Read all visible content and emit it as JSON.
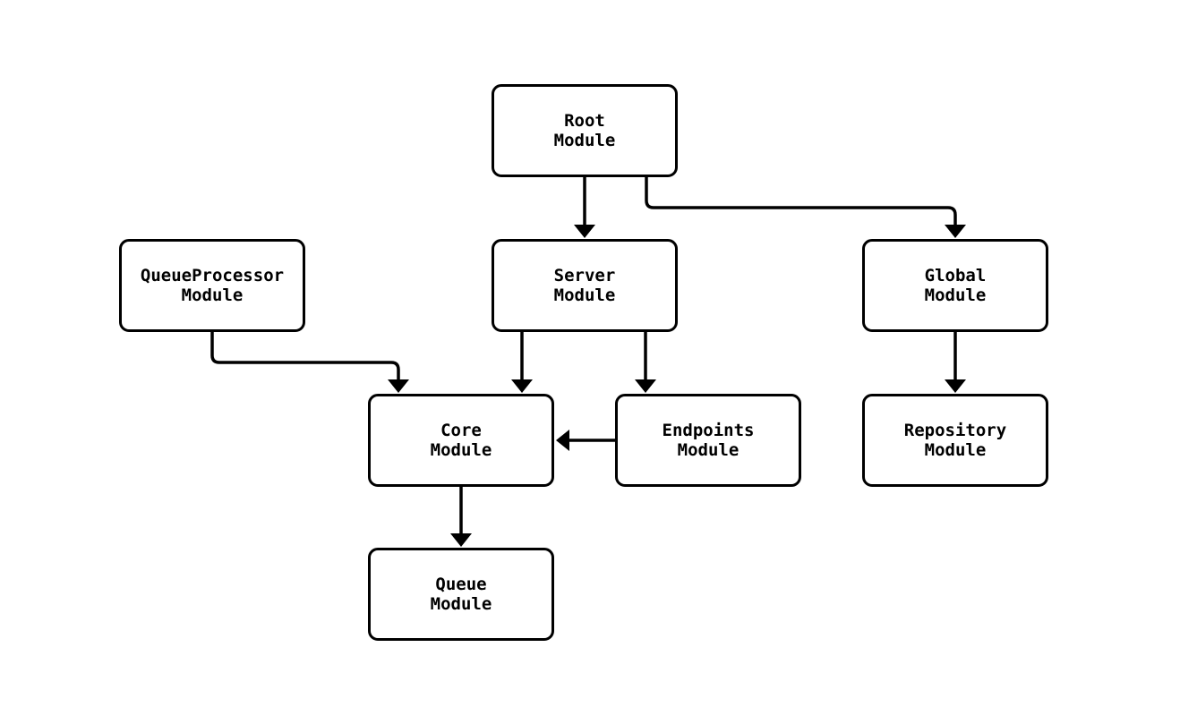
{
  "diagram": {
    "type": "flowchart",
    "background_color": "#ffffff",
    "node_fill_color": "#ffffff",
    "stroke_color": "#000000",
    "text_color": "#000000",
    "nodes": {
      "root": {
        "label": "Root\nModule"
      },
      "queueprocessor": {
        "label": "QueueProcessor\nModule"
      },
      "server": {
        "label": "Server\nModule"
      },
      "global": {
        "label": "Global\nModule"
      },
      "core": {
        "label": "Core\nModule"
      },
      "endpoints": {
        "label": "Endpoints\nModule"
      },
      "repository": {
        "label": "Repository\nModule"
      },
      "queue": {
        "label": "Queue\nModule"
      }
    },
    "edges": [
      {
        "from": "Root Module",
        "to": "Server Module"
      },
      {
        "from": "Root Module",
        "to": "Global Module"
      },
      {
        "from": "QueueProcessor Module",
        "to": "Core Module"
      },
      {
        "from": "Server Module",
        "to": "Core Module"
      },
      {
        "from": "Server Module",
        "to": "Endpoints Module"
      },
      {
        "from": "Endpoints Module",
        "to": "Core Module"
      },
      {
        "from": "Core Module",
        "to": "Queue Module"
      },
      {
        "from": "Global Module",
        "to": "Repository Module"
      }
    ]
  }
}
